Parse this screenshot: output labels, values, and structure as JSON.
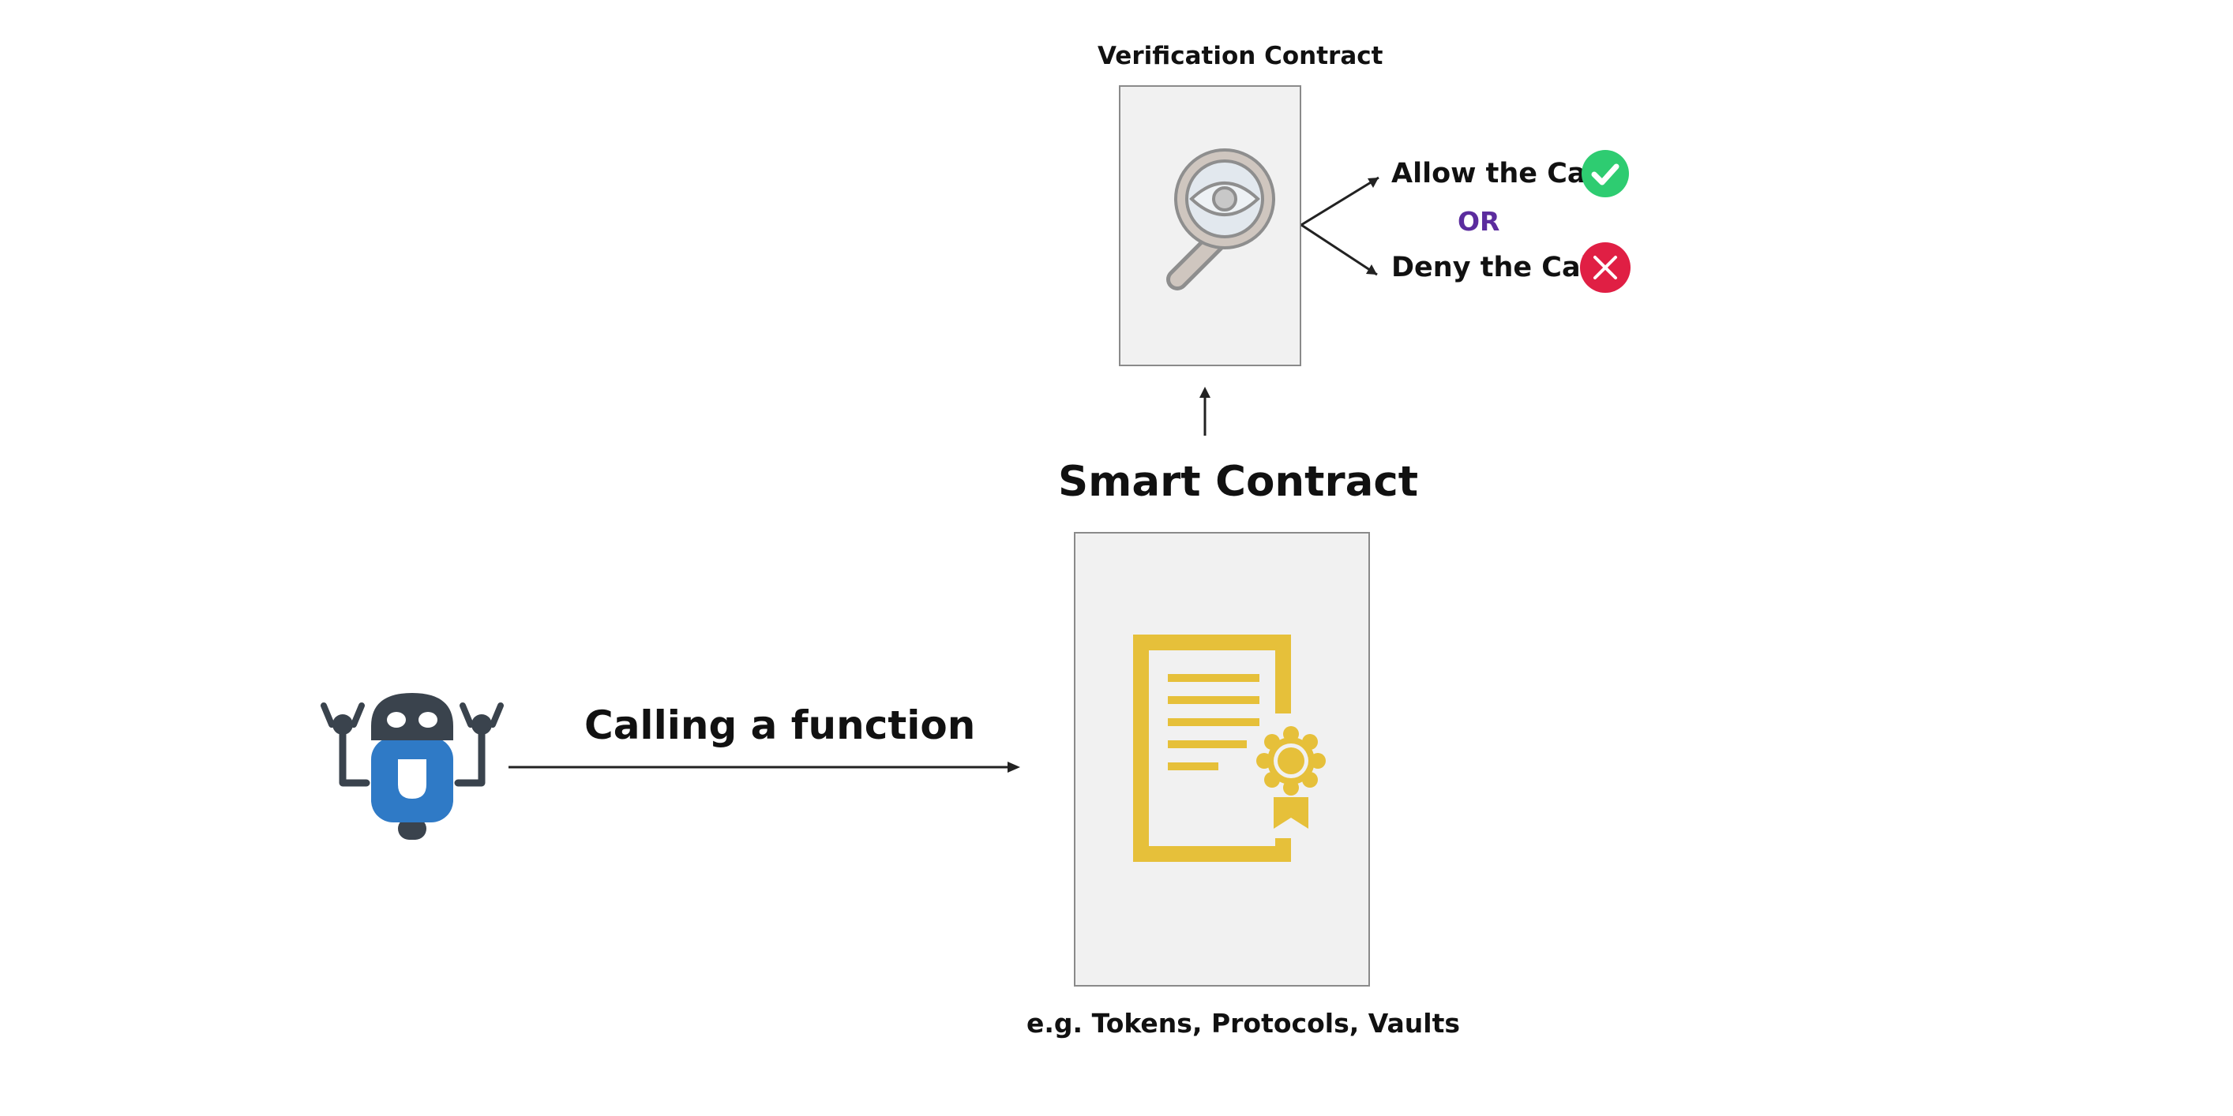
{
  "verification": {
    "title": "Verification Contract",
    "icon": "magnifier-eye-icon"
  },
  "outcomes": {
    "allow_label": "Allow the Call",
    "or_label": "OR",
    "deny_label": "Deny the Call",
    "allow_icon": "check-circle-icon",
    "deny_icon": "x-circle-icon",
    "or_color": "#5b2c9e",
    "allow_color": "#2ecc71",
    "deny_color": "#e01f44"
  },
  "smart_contract": {
    "title": "Smart Contract",
    "icon": "certificate-document-icon",
    "caption": "e.g. Tokens, Protocols, Vaults",
    "icon_color": "#e6c03a"
  },
  "agent": {
    "icon": "robot-icon",
    "action_label": "Calling a function",
    "body_color": "#2f7ac6",
    "head_color": "#3a434d"
  }
}
